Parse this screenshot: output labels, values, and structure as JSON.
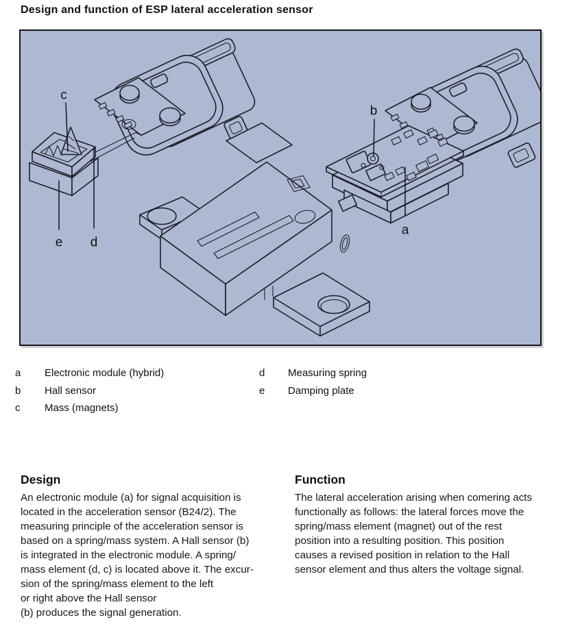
{
  "page": {
    "title": "Design and function of ESP lateral acceleration sensor"
  },
  "diagram": {
    "description": "Exploded isometric line drawing of the ESP lateral acceleration sensor (B24/2): damping plate with spring/mass element and connector housing at upper left, hybrid circuit board with Hall sensor and connector housing at upper right, main sensor housing with two mounting lugs in the center",
    "background_color": "#adb9d3",
    "line_color": "#1d1d22",
    "callouts": [
      {
        "key": "a",
        "points_to": "electronic module (hybrid)"
      },
      {
        "key": "b",
        "points_to": "Hall sensor"
      },
      {
        "key": "c",
        "points_to": "mass (magnets)"
      },
      {
        "key": "d",
        "points_to": "measuring spring"
      },
      {
        "key": "e",
        "points_to": "damping plate"
      }
    ]
  },
  "legend": {
    "items": [
      {
        "key": "a",
        "label": "Electronic module (hybrid)"
      },
      {
        "key": "b",
        "label": "Hall sensor"
      },
      {
        "key": "c",
        "label": "Mass (magnets)"
      },
      {
        "key": "d",
        "label": "Measuring spring"
      },
      {
        "key": "e",
        "label": "Damping plate"
      }
    ]
  },
  "sections": [
    {
      "heading": "Design",
      "lines": [
        "An electronic module (a) for signal acquisition is",
        "located in the acceleration sensor (B24/2).  The",
        "measuring principle of the acceleration sensor is",
        "based on a spring/mass system.  A Hall sensor (b)",
        "is integrated in the electronic module.  A spring/",
        "mass element (d, c) is located above it.  The excur-",
        "sion of the spring/mass element to the left",
        "or right above the Hall sensor",
        "(b) produces the signal generation."
      ]
    },
    {
      "heading": "Function",
      "lines": [
        "The lateral acceleration arising when comering acts",
        "functionally as follows:  the lateral forces move the",
        "spring/mass element (magnet) out of the rest",
        "position into a resulting position.  This position",
        "causes a revised position in relation to the Hall",
        "sensor element and thus alters the voltage signal."
      ]
    }
  ]
}
